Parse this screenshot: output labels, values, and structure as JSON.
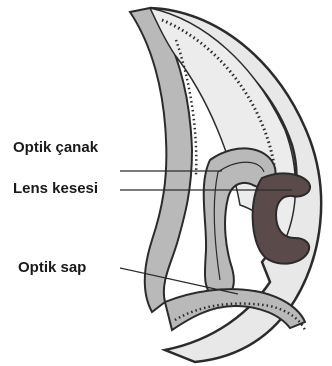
{
  "diagram": {
    "labels": {
      "optic_cup": "Optik çanak",
      "lens_vesicle": "Lens kesesi",
      "optic_stalk": "Optik sap"
    },
    "colors": {
      "outline": "#2b2b2b",
      "light_fill": "#e8e8e8",
      "mid_fill": "#b9b9b9",
      "lens_fill": "#5a4a4a",
      "background": "#ffffff"
    }
  }
}
